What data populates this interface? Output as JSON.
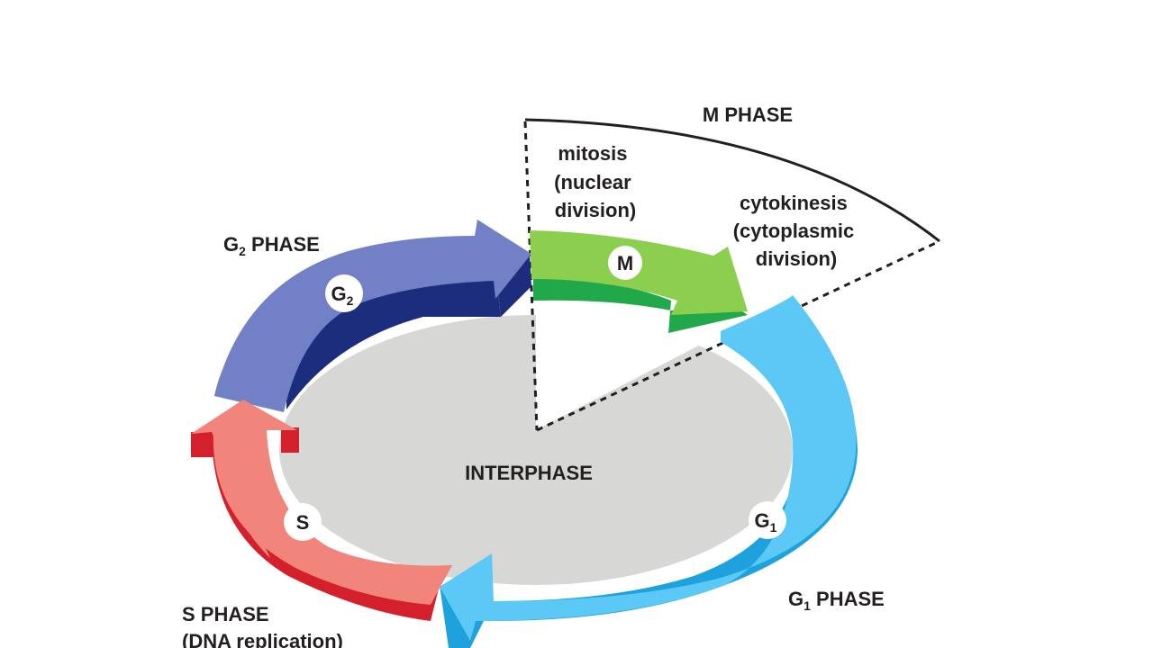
{
  "colors": {
    "background": "#ffffff",
    "interphase_disc": "#d7d8d6",
    "g2_top": "#7280c6",
    "g2_side": "#1d2d7e",
    "m_top": "#8ccf4e",
    "m_side": "#21a84a",
    "g1_top": "#5bc8f5",
    "g1_side": "#1ea1dc",
    "s_top": "#f2857b",
    "s_side": "#d41f2d",
    "text": "#231f20"
  },
  "labels": {
    "m_phase": "M PHASE",
    "mitosis": [
      "mitosis",
      "(nuclear",
      "division)"
    ],
    "cytokinesis": [
      "cytokinesis",
      "(cytoplasmic",
      "division)"
    ],
    "g2_phase": {
      "letter": "G",
      "sub": "2",
      "rest": " PHASE"
    },
    "g1_phase": {
      "letter": "G",
      "sub": "1",
      "rest": " PHASE"
    },
    "s_phase": [
      "S PHASE",
      "(DNA replication)"
    ],
    "interphase": "INTERPHASE"
  },
  "badges": {
    "m": {
      "text": "M"
    },
    "g2": {
      "letter": "G",
      "sub": "2"
    },
    "g1": {
      "letter": "G",
      "sub": "1"
    },
    "s": {
      "text": "S"
    }
  }
}
